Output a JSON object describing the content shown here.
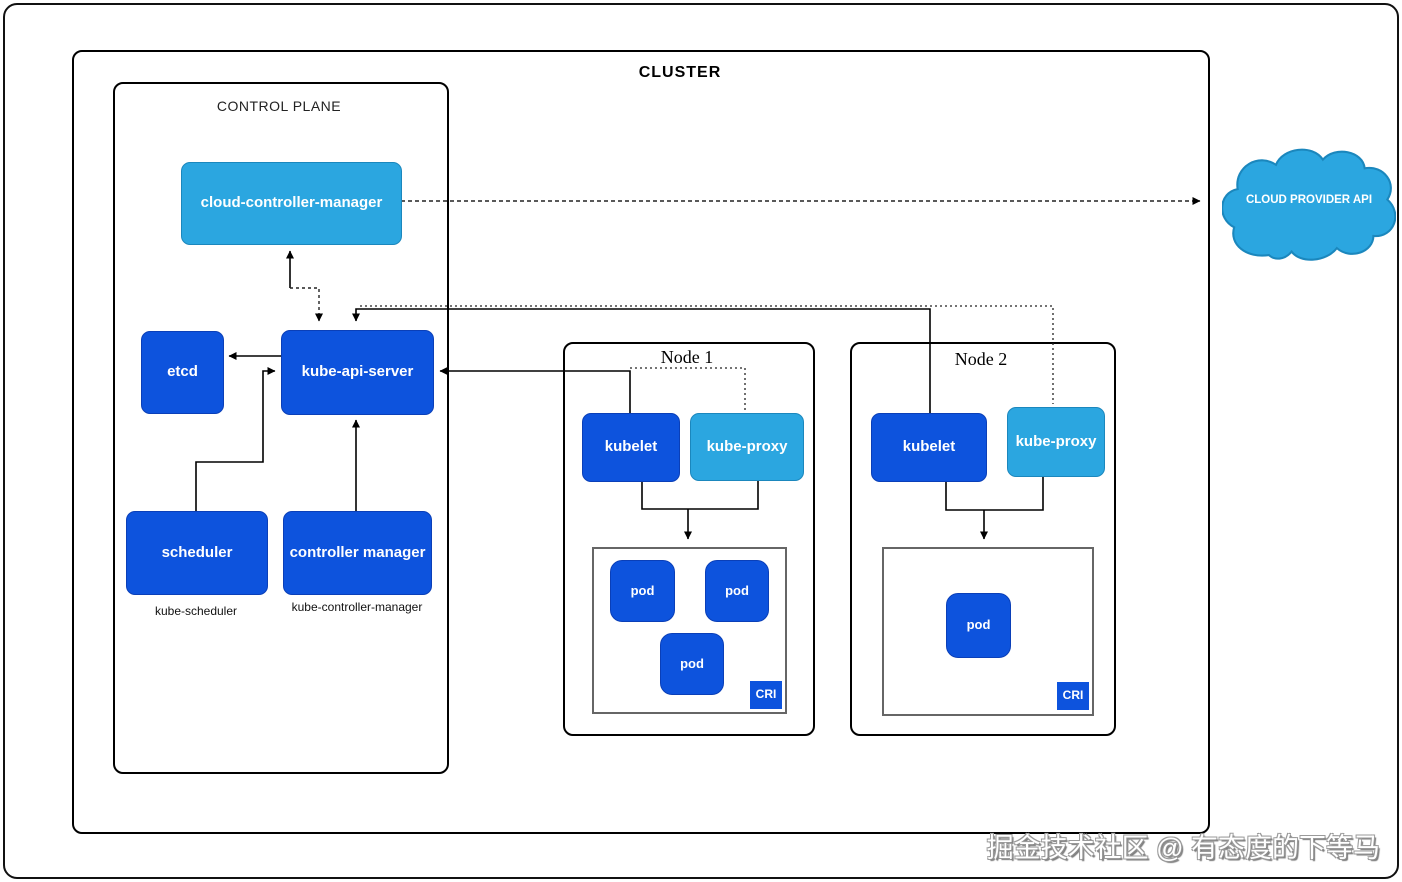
{
  "cluster": {
    "label": "CLUSTER"
  },
  "control_plane": {
    "label": "CONTROL PLANE",
    "blocks": {
      "cloud_controller_manager": "cloud-controller-manager",
      "etcd": "etcd",
      "api_server": "kube-api-server",
      "scheduler": "scheduler",
      "controller_manager": "controller manager"
    },
    "captions": {
      "scheduler": "kube-scheduler",
      "controller_manager": "kube-controller-manager"
    }
  },
  "nodes": [
    {
      "label": "Node 1",
      "kubelet": "kubelet",
      "kube_proxy": "kube-proxy",
      "pods": [
        "pod",
        "pod",
        "pod"
      ],
      "cri": "CRI"
    },
    {
      "label": "Node 2",
      "kubelet": "kubelet",
      "kube_proxy": "kube-proxy",
      "pods": [
        "pod"
      ],
      "cri": "CRI"
    }
  ],
  "cloud": {
    "label": "CLOUD PROVIDER API"
  },
  "watermark": "掘金技术社区 @ 有态度的下等马",
  "colors": {
    "dark_blue": "#0d53dd",
    "light_blue": "#2ba6e0",
    "line": "#000000",
    "pods_border": "#666666",
    "block_text": "#ffffff"
  }
}
